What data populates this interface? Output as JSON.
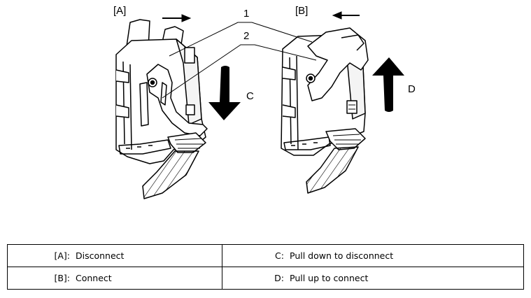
{
  "figure": {
    "label_a": "[A]",
    "label_b": "[B]",
    "callout_1": "1",
    "callout_2": "2",
    "arrow_c": "C",
    "arrow_d": "D"
  },
  "legend": {
    "rows": [
      {
        "left_key": "[A]:",
        "left_value": "Disconnect",
        "right_key": "C:",
        "right_value": "Pull down to disconnect"
      },
      {
        "left_key": "[B]:",
        "left_value": "Connect",
        "right_key": "D:",
        "right_value": "Pull up to connect"
      }
    ]
  }
}
